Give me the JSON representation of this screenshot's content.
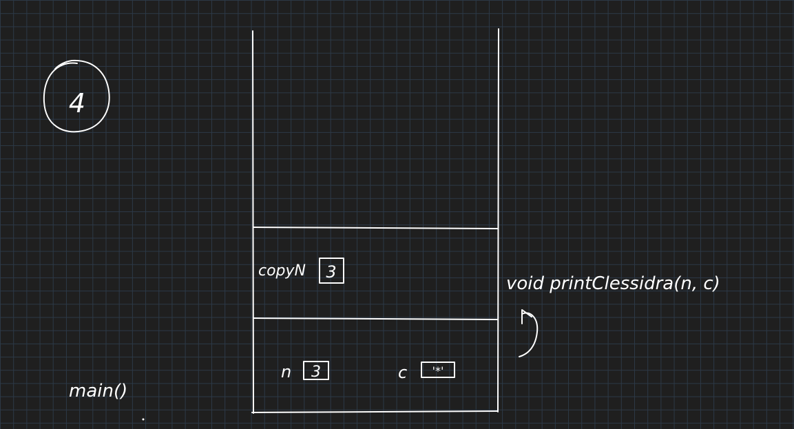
{
  "slide_number": "4",
  "stack": {
    "frames": [
      {
        "label": "void printClessidra(n, c)",
        "variables": [
          {
            "name": "copyN",
            "value": "3"
          }
        ]
      },
      {
        "label": "main()",
        "variables": [
          {
            "name": "n",
            "value": "3"
          },
          {
            "name": "c",
            "value": "'*'"
          }
        ]
      }
    ]
  },
  "colors": {
    "background": "#1f1f1f",
    "grid": "#2c3947",
    "ink": "#ffffff"
  }
}
